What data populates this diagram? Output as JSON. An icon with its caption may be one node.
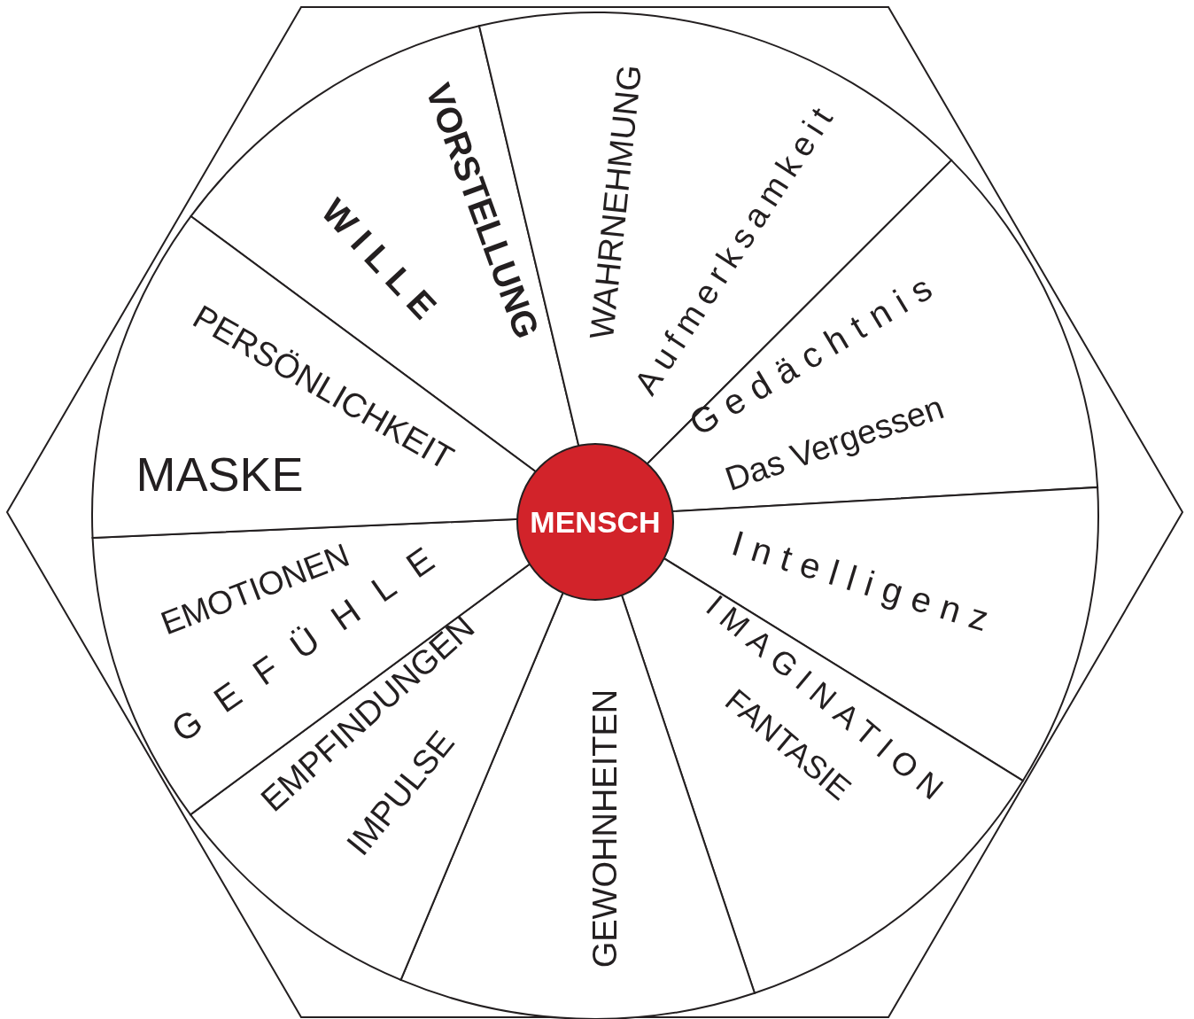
{
  "diagram": {
    "nodes": [
      {
        "text": [
          "W I L L E",
          "VORSTELLUNG"
        ]
      },
      {
        "text": [
          "WAHRNEHMUNG",
          "Aufmerksamkeit"
        ]
      },
      {
        "text": [
          "Gedächtnis",
          "Das Vergessen"
        ]
      },
      {
        "text": [
          "Intelligenz"
        ]
      },
      {
        "text": [
          "IMAGINATION",
          "FANTASIE"
        ]
      },
      {
        "text": [
          "GEWOHNHEITEN"
        ]
      },
      {
        "text": [
          "EMPFINDUNGEN",
          "IMPULSE"
        ]
      },
      {
        "text": [
          "EMOTIONEN",
          "G E F Ü H L E"
        ]
      },
      {
        "text": [
          "PERSÖNLICHKEIT",
          "MASKE"
        ]
      },
      {
        "text": [
          "MENSCH"
        ]
      }
    ]
  }
}
